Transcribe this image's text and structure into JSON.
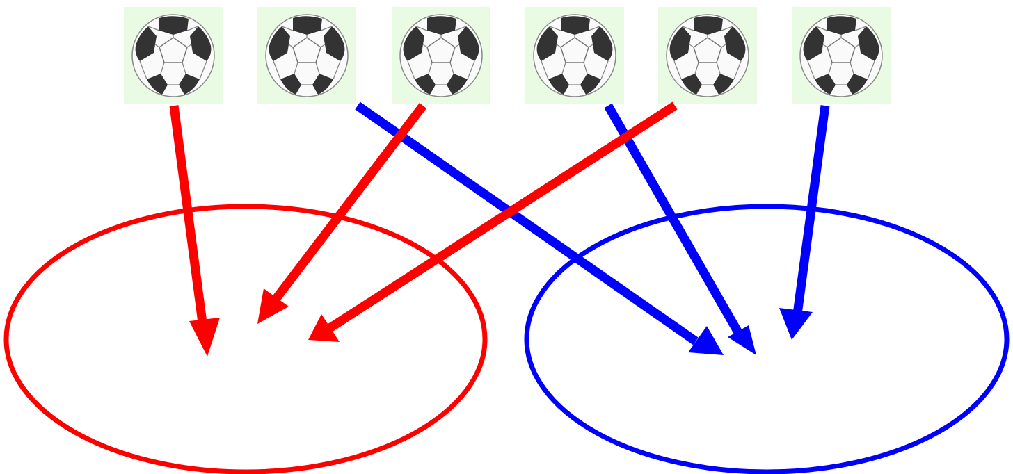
{
  "colors": {
    "group_a": "#ff0000",
    "group_b": "#0000ff",
    "tile_background": "#eafbe4",
    "ball_dark_patch": "#333333",
    "ball_light": "#fafafa",
    "ball_outline": "#888888"
  },
  "balls": [
    {
      "icon": "soccer-ball-icon",
      "group": "group_a"
    },
    {
      "icon": "soccer-ball-icon",
      "group": "group_b"
    },
    {
      "icon": "soccer-ball-icon",
      "group": "group_a"
    },
    {
      "icon": "soccer-ball-icon",
      "group": "group_b"
    },
    {
      "icon": "soccer-ball-icon",
      "group": "group_a"
    },
    {
      "icon": "soccer-ball-icon",
      "group": "group_b"
    }
  ],
  "sets": [
    {
      "name_key": "group_a",
      "color_key": "group_a"
    },
    {
      "name_key": "group_b",
      "color_key": "group_b"
    }
  ]
}
